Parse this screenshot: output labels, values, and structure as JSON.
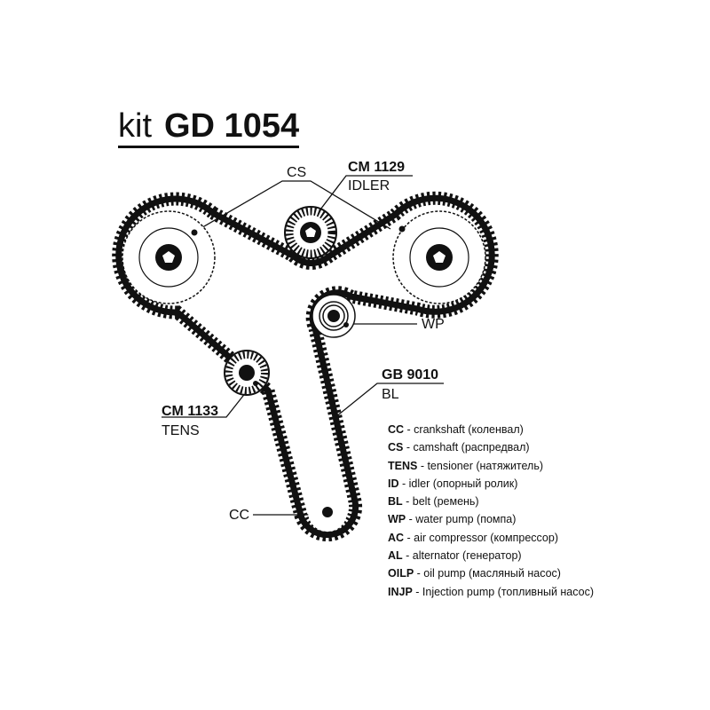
{
  "title": {
    "prefix": "kit",
    "code": "GD 1054"
  },
  "labels": {
    "cs": "CS",
    "idler_part": "CM 1129",
    "idler": "IDLER",
    "wp": "WP",
    "belt_part": "GB 9010",
    "belt": "BL",
    "tens_part": "CM 1133",
    "tens": "TENS",
    "cc": "CC"
  },
  "legend": [
    {
      "abbr": "CC",
      "text": "crankshaft (коленвал)"
    },
    {
      "abbr": "CS",
      "text": "camshaft (распредвал)"
    },
    {
      "abbr": "TENS",
      "text": "tensioner (натяжитель)"
    },
    {
      "abbr": "ID",
      "text": "idler (опорный ролик)"
    },
    {
      "abbr": "BL",
      "text": "belt (ремень)"
    },
    {
      "abbr": "WP",
      "text": "water pump (помпа)"
    },
    {
      "abbr": "AC",
      "text": "air compressor (компрессор)"
    },
    {
      "abbr": "AL",
      "text": "alternator (генератор)"
    },
    {
      "abbr": "OILP",
      "text": "oil pump (масляный насос)"
    },
    {
      "abbr": "INJP",
      "text": "Injection pump (топливный насос)"
    }
  ]
}
